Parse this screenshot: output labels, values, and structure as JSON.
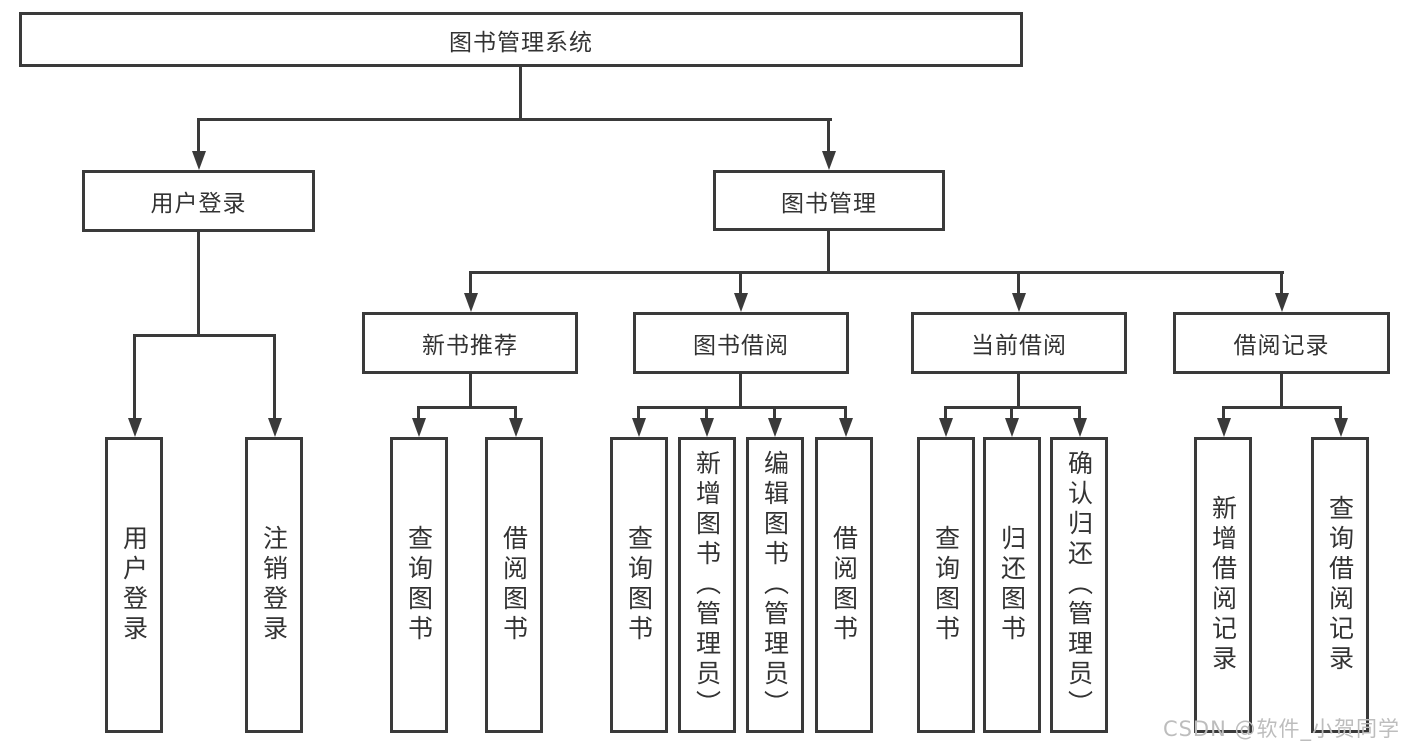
{
  "colors": {
    "line": "#3a3a3a",
    "text": "#333333",
    "box_fill": "#ffffff",
    "watermark": "#bdbdbd"
  },
  "tree": {
    "label": "图书管理系统",
    "children": [
      {
        "label": "用户登录",
        "children": [
          {
            "label": "用户登录"
          },
          {
            "label": "注销登录"
          }
        ]
      },
      {
        "label": "图书管理",
        "children": [
          {
            "label": "新书推荐",
            "children": [
              {
                "label": "查询图书"
              },
              {
                "label": "借阅图书"
              }
            ]
          },
          {
            "label": "图书借阅",
            "children": [
              {
                "label": "查询图书"
              },
              {
                "label": "新增图书（管理员）"
              },
              {
                "label": "编辑图书（管理员）"
              },
              {
                "label": "借阅图书"
              }
            ]
          },
          {
            "label": "当前借阅",
            "children": [
              {
                "label": "查询图书"
              },
              {
                "label": "归还图书"
              },
              {
                "label": "确认归还（管理员）"
              }
            ]
          },
          {
            "label": "借阅记录",
            "children": [
              {
                "label": "新增借阅记录"
              },
              {
                "label": "查询借阅记录"
              }
            ]
          }
        ]
      }
    ]
  },
  "watermark": {
    "text": "CSDN @软件_小贺同学"
  }
}
